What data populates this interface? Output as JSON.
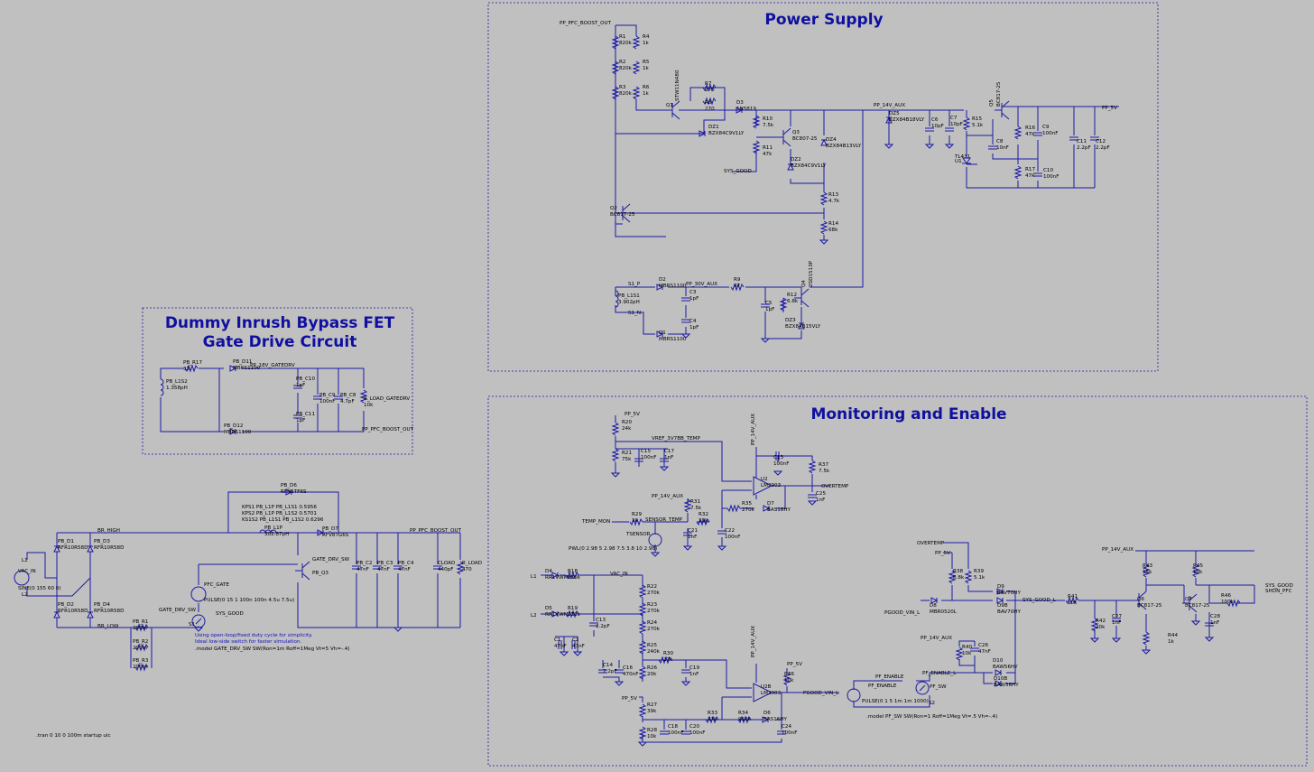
{
  "headings": {
    "power_supply": "Power Supply",
    "monitoring": "Monitoring and Enable",
    "inrush_line1": "Dummy Inrush Bypass FET",
    "inrush_line2": "Gate Drive Circuit"
  },
  "power_supply": {
    "boost_net": "PP_PFC_BOOST_OUT",
    "aux_net": "PP_14V_AUX",
    "v5_net": "PP_5V",
    "v30_net": "PP_30V_AUX",
    "sys_good": "SYS_GOOD",
    "s1p": "S1_P",
    "s1n": "S1_N",
    "parts": [
      {
        "ref": "R1",
        "val": "820k"
      },
      {
        "ref": "R2",
        "val": "820k"
      },
      {
        "ref": "R3",
        "val": "820k"
      },
      {
        "ref": "R4",
        "val": "1k"
      },
      {
        "ref": "R5",
        "val": "1k"
      },
      {
        "ref": "R6",
        "val": "1k"
      },
      {
        "ref": "Q1",
        "val": "STW11N480"
      },
      {
        "ref": "R7",
        "val": "270"
      },
      {
        "ref": "R8",
        "val": "270"
      },
      {
        "ref": "D3",
        "val": "1N5819"
      },
      {
        "ref": "DZ1",
        "val": "BZX84C9V1LY"
      },
      {
        "ref": "R10",
        "val": "7.5k"
      },
      {
        "ref": "R11",
        "val": "47k"
      },
      {
        "ref": "Q3",
        "val": "BC807-25"
      },
      {
        "ref": "DZ2",
        "val": "BZX84C9V1LY"
      },
      {
        "ref": "DZ4",
        "val": "BZX84B13VLY"
      },
      {
        "ref": "R13",
        "val": "4.7k"
      },
      {
        "ref": "R14",
        "val": "68k"
      },
      {
        "ref": "Q2",
        "val": "BC817-25"
      },
      {
        "ref": "DZ5",
        "val": "BZX84B18VLY"
      },
      {
        "ref": "C6",
        "val": "10pF"
      },
      {
        "ref": "C7",
        "val": "10pF"
      },
      {
        "ref": "R15",
        "val": "5.1k"
      },
      {
        "ref": "Q5",
        "val": "BC817-25"
      },
      {
        "ref": "C8",
        "val": "10nF"
      },
      {
        "ref": "U1",
        "val": "TL431"
      },
      {
        "ref": "R16",
        "val": "47k"
      },
      {
        "ref": "R17",
        "val": "47k"
      },
      {
        "ref": "C9",
        "val": "100nF"
      },
      {
        "ref": "C10",
        "val": "100nF"
      },
      {
        "ref": "C11",
        "val": "2.2pF"
      },
      {
        "ref": "C12",
        "val": "2.2pF"
      },
      {
        "ref": "PB_L1S1",
        "val": "3.902pH"
      },
      {
        "ref": "D2",
        "val": "MBRS1100"
      },
      {
        "ref": "D1",
        "val": "MBRS1100"
      },
      {
        "ref": "C3",
        "val": "1pF"
      },
      {
        "ref": "C4",
        "val": "1pF"
      },
      {
        "ref": "R9",
        "val": "47"
      },
      {
        "ref": "Q4",
        "val": "2SD1513P"
      },
      {
        "ref": "C5",
        "val": "1pF"
      },
      {
        "ref": "R12",
        "val": "6.8k"
      },
      {
        "ref": "DZ3",
        "val": "BZX84B15VLY"
      }
    ]
  },
  "monitoring": {
    "nets": {
      "pp5v": "PP_5V",
      "vref": "VREF_3V7BB_TEMP",
      "pp14": "PP_14V_AUX",
      "overtemp": "OVERTEMP",
      "temp_mon": "TEMP_MON",
      "sensor_temp": "SENSOR_TEMP",
      "vac_in": "VAC_IN",
      "pgood_vin": "PGOOD_VIN_L",
      "pgood_vin_l": "PGOOD_VIN_L",
      "sys_good_l": "SYS_GOOD_L",
      "sys_good": "SYS_GOOD",
      "shdn_pfc": "SHDN_PFC",
      "pf_enable": "PF_ENABLE",
      "pf_enable_l": "PF_ENABLE_L",
      "pf_sw": "PF_SW",
      "l1": "L1",
      "l2": "L2",
      "tsensor": "TSENSOR"
    },
    "pwl": "PWL(0 2.98 5 2.98 7.5 3.8 10 2.98)",
    "pulse": "PULSE(0 1 5 1m 1m 1000)",
    "model": ".model PF_SW SW(Ron=1 Roff=1Meg Vt=.5 Vh=-.4)",
    "parts": [
      {
        "ref": "R20",
        "val": "24k"
      },
      {
        "ref": "R21",
        "val": "75k"
      },
      {
        "ref": "C15",
        "val": "100nF"
      },
      {
        "ref": "C17",
        "val": "1nF"
      },
      {
        "ref": "C23",
        "val": "100nF"
      },
      {
        "ref": "U2",
        "val": "LM2903"
      },
      {
        "ref": "R37",
        "val": "7.5k"
      },
      {
        "ref": "C25",
        "val": "1nF"
      },
      {
        "ref": "R31",
        "val": "7.5k"
      },
      {
        "ref": "R29",
        "val": "1k"
      },
      {
        "ref": "R32",
        "val": "10k"
      },
      {
        "ref": "R35",
        "val": "270k"
      },
      {
        "ref": "D7",
        "val": "BAS16HY"
      },
      {
        "ref": "C21",
        "val": "1nF"
      },
      {
        "ref": "C22",
        "val": "100nF"
      },
      {
        "ref": "D4",
        "val": "RR1VWM6S"
      },
      {
        "ref": "D5",
        "val": "RR1VWM6S"
      },
      {
        "ref": "R18",
        "val": "270k"
      },
      {
        "ref": "R19",
        "val": "270k"
      },
      {
        "ref": "C13",
        "val": "2.2pF"
      },
      {
        "ref": "C1",
        "val": "47nF"
      },
      {
        "ref": "C2",
        "val": "47nF"
      },
      {
        "ref": "R22",
        "val": "270k"
      },
      {
        "ref": "R23",
        "val": "270k"
      },
      {
        "ref": "R24",
        "val": "270k"
      },
      {
        "ref": "R25",
        "val": "240k"
      },
      {
        "ref": "R26",
        "val": "20k"
      },
      {
        "ref": "C14",
        "val": "2.2pF"
      },
      {
        "ref": "C16",
        "val": "470nF"
      },
      {
        "ref": "R30",
        "val": "27k"
      },
      {
        "ref": "C19",
        "val": "1nF"
      },
      {
        "ref": "U2B",
        "val": "LM2903"
      },
      {
        "ref": "R36",
        "val": "10k"
      },
      {
        "ref": "R27",
        "val": "39k"
      },
      {
        "ref": "R28",
        "val": "10k"
      },
      {
        "ref": "C18",
        "val": "100nF"
      },
      {
        "ref": "C20",
        "val": "100nF"
      },
      {
        "ref": "R33",
        "val": "27k"
      },
      {
        "ref": "R34",
        "val": "910k"
      },
      {
        "ref": "D6",
        "val": "BAS16HY"
      },
      {
        "ref": "C24",
        "val": "100nF"
      },
      {
        "ref": "R38",
        "val": "6.8k"
      },
      {
        "ref": "R39",
        "val": "5.1k"
      },
      {
        "ref": "D8",
        "val": "MBR0520L"
      },
      {
        "ref": "D9",
        "val": "BAV70HY"
      },
      {
        "ref": "D9B",
        "val": "BAV70HY"
      },
      {
        "ref": "R41",
        "val": "10k"
      },
      {
        "ref": "R40",
        "val": "10k"
      },
      {
        "ref": "C26",
        "val": "47nF"
      },
      {
        "ref": "D10",
        "val": "BAW56HY"
      },
      {
        "ref": "D10B",
        "val": "BAW56HY"
      },
      {
        "ref": "S2",
        "val": ""
      },
      {
        "ref": "R42",
        "val": "20k"
      },
      {
        "ref": "C27",
        "val": "1nF"
      },
      {
        "ref": "R43",
        "val": "15k"
      },
      {
        "ref": "R44",
        "val": "1k"
      },
      {
        "ref": "Q6",
        "val": "BC817-25"
      },
      {
        "ref": "Q7",
        "val": "BC817-25"
      },
      {
        "ref": "R45",
        "val": "10k"
      },
      {
        "ref": "R46",
        "val": "100k"
      },
      {
        "ref": "C28",
        "val": "1nF"
      }
    ]
  },
  "inrush": {
    "nets": {
      "gatedrv": "PP_18V_GATEDRV",
      "boost": "PP_PFC_BOOST_OUT"
    },
    "parts": [
      {
        "ref": "PB_R17",
        "val": "33"
      },
      {
        "ref": "PB_D11",
        "val": "MBRS1100"
      },
      {
        "ref": "PB_L1S2",
        "val": "1.358pH"
      },
      {
        "ref": "PB_D12",
        "val": "MBRS1100"
      },
      {
        "ref": "PB_C10",
        "val": "1pF"
      },
      {
        "ref": "PB_C11",
        "val": "1pF"
      },
      {
        "ref": "PB_C9",
        "val": "100nF"
      },
      {
        "ref": "PB_C8",
        "val": "4.7pF"
      },
      {
        "ref": "R_LOAD_GATEDRV",
        "val": "10k"
      }
    ]
  },
  "main": {
    "nets": {
      "br_high": "BR_HIGH",
      "br_low": "BR_LOW",
      "boost": "PP_PFC_BOOST_OUT",
      "vac_in": "VAC_IN",
      "l1": "L1",
      "l2": "L2",
      "pfc_gate": "PFC_GATE",
      "gate_drv_sw": "GATE_DRV_SW",
      "sys_good": "SYS_GOOD"
    },
    "kps": [
      "KPS1 PB_L1P PB_L1S1 0.5956",
      "KPS2 PB_L1P PB_L1S2 0.5701",
      "KS1S2 PB_L1S1 PB_L1S2 0.6296"
    ],
    "sine": "SINE(0 155 60 0)",
    "pulse": "PULSE(0 15 1 100n 100n 4.5u 7.5u)",
    "comment1": "Using open-loop/fixed duty cycle for simplicity.",
    "comment2": "Ideal low-side switch for faster simulation.",
    "model": ".model GATE_DRV_SW SW(Ron=1m Roff=1Meg Vt=5 Vh=-.4)",
    "tran": ".tran 0 10 0 100m startup uic",
    "parts": [
      {
        "ref": "PB_D6",
        "val": "RFN5TF6S"
      },
      {
        "ref": "PB_L1P",
        "val": "302.87pH"
      },
      {
        "ref": "PB_D7",
        "val": "RFV8TG6S"
      },
      {
        "ref": "PB_Q3",
        "val": ""
      },
      {
        "ref": "PB_C2",
        "val": "47nF"
      },
      {
        "ref": "PB_C3",
        "val": "47nF"
      },
      {
        "ref": "PB_C4",
        "val": "47nF"
      },
      {
        "ref": "CLOAD",
        "val": "440pF"
      },
      {
        "ref": "R_LOAD",
        "val": "470"
      },
      {
        "ref": "PB_D1",
        "val": "RFR10R58D"
      },
      {
        "ref": "PB_D3",
        "val": "RFR10R58D"
      },
      {
        "ref": "PB_D2",
        "val": "RFR10R58D"
      },
      {
        "ref": "PB_D4",
        "val": "RFR10R58D"
      },
      {
        "ref": "PB_R1",
        "val": "200m"
      },
      {
        "ref": "PB_R2",
        "val": "200m"
      },
      {
        "ref": "PB_R3",
        "val": "200m"
      },
      {
        "ref": "S1",
        "val": ""
      }
    ]
  }
}
